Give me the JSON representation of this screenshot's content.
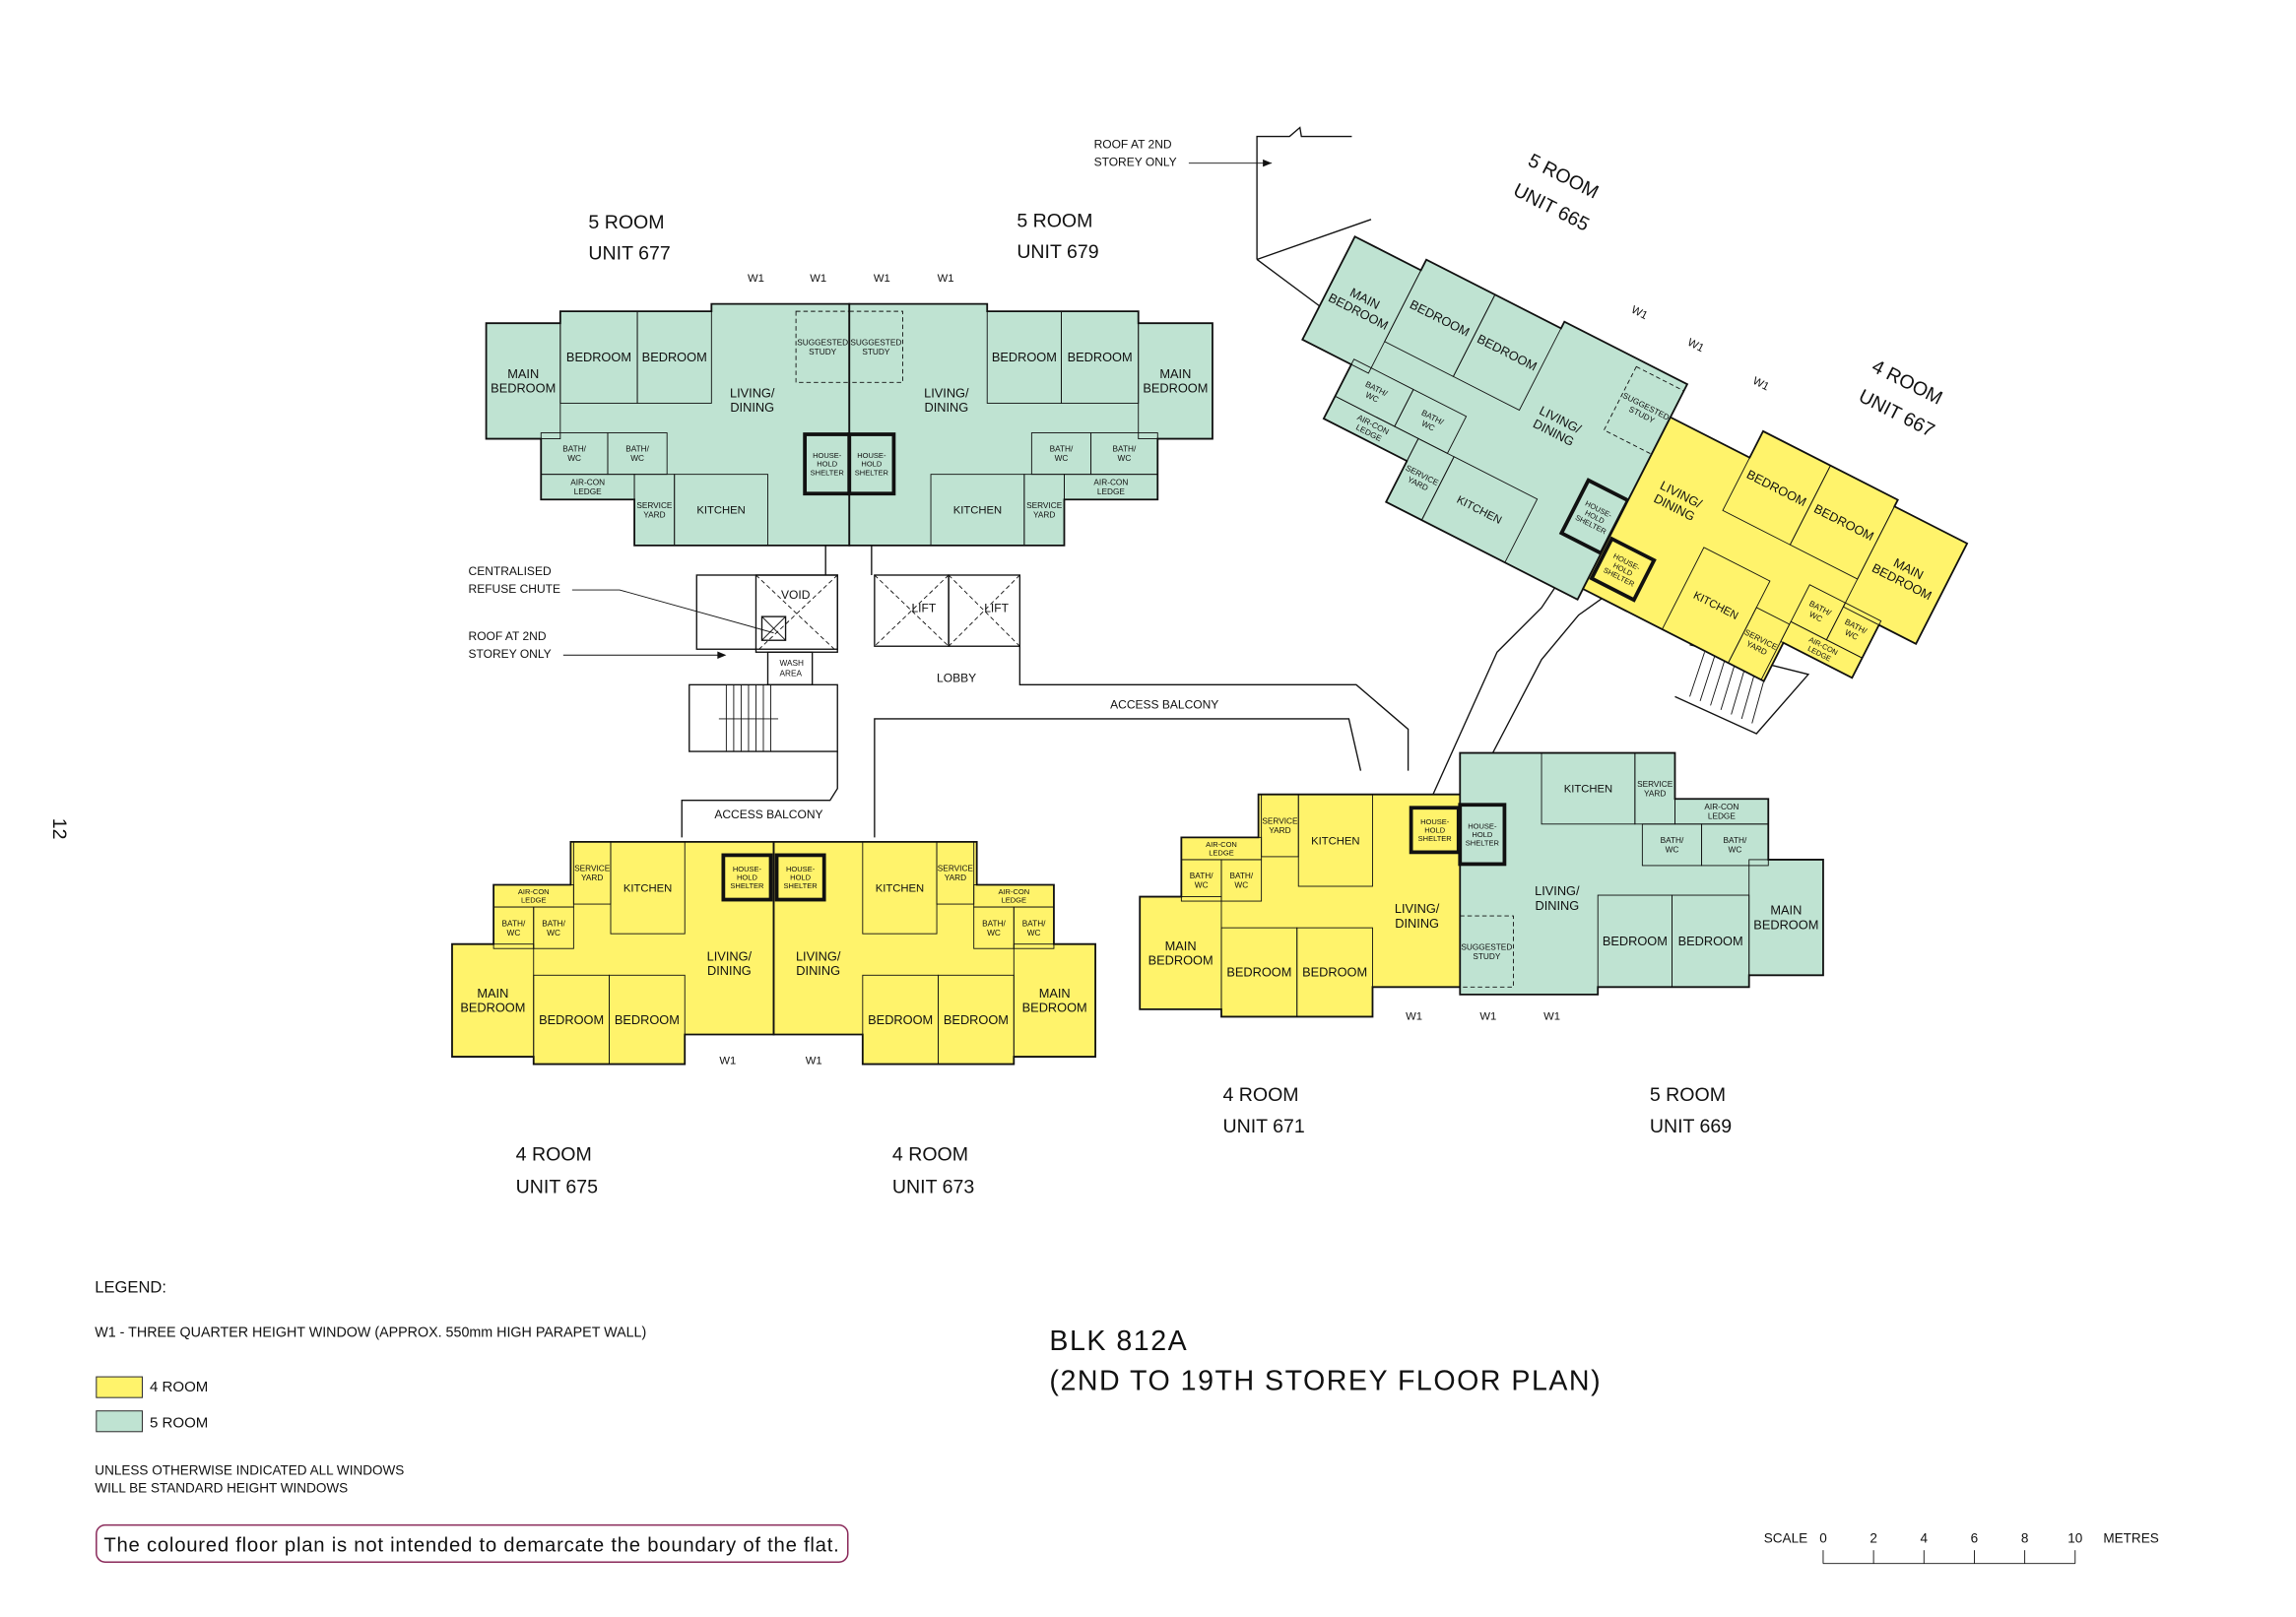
{
  "page_number": "12",
  "colors": {
    "four_room": "#fff36b",
    "five_room": "#bfe3d2",
    "note_border": "#8a2a5a"
  },
  "window_tag": "W1",
  "units": [
    {
      "id": "677",
      "type": "5 ROOM",
      "name": "UNIT 677",
      "rooms": [
        [
          "MAIN",
          "BEDROOM"
        ],
        [
          "BEDROOM"
        ],
        [
          "BEDROOM"
        ],
        [
          "LIVING/",
          "DINING"
        ],
        [
          "SUGGESTED",
          "STUDY"
        ],
        [
          "BATH/",
          "WC"
        ],
        [
          "BATH/",
          "WC"
        ],
        [
          "AIR-CON",
          "LEDGE"
        ],
        [
          "SERVICE",
          "YARD"
        ],
        [
          "KITCHEN"
        ],
        [
          "HOUSE-",
          "HOLD",
          "SHELTER"
        ]
      ]
    },
    {
      "id": "679",
      "type": "5 ROOM",
      "name": "UNIT 679",
      "rooms": [
        [
          "MAIN",
          "BEDROOM"
        ],
        [
          "BEDROOM"
        ],
        [
          "BEDROOM"
        ],
        [
          "LIVING/",
          "DINING"
        ],
        [
          "SUGGESTED",
          "STUDY"
        ],
        [
          "BATH/",
          "WC"
        ],
        [
          "BATH/",
          "WC"
        ],
        [
          "AIR-CON",
          "LEDGE"
        ],
        [
          "SERVICE",
          "YARD"
        ],
        [
          "KITCHEN"
        ],
        [
          "HOUSE-",
          "HOLD",
          "SHELTER"
        ]
      ]
    },
    {
      "id": "675",
      "type": "4 ROOM",
      "name": "UNIT 675",
      "rooms": [
        [
          "MAIN",
          "BEDROOM"
        ],
        [
          "BEDROOM"
        ],
        [
          "BEDROOM"
        ],
        [
          "LIVING/",
          "DINING"
        ],
        [
          "KITCHEN"
        ],
        [
          "SERVICE",
          "YARD"
        ],
        [
          "AIR-CON",
          "LEDGE"
        ],
        [
          "BATH/",
          "WC"
        ],
        [
          "BATH/",
          "WC"
        ],
        [
          "HOUSE-",
          "HOLD",
          "SHELTER"
        ]
      ]
    },
    {
      "id": "673",
      "type": "4 ROOM",
      "name": "UNIT 673",
      "rooms": [
        [
          "MAIN",
          "BEDROOM"
        ],
        [
          "BEDROOM"
        ],
        [
          "BEDROOM"
        ],
        [
          "LIVING/",
          "DINING"
        ],
        [
          "KITCHEN"
        ],
        [
          "SERVICE",
          "YARD"
        ],
        [
          "AIR-CON",
          "LEDGE"
        ],
        [
          "BATH/",
          "WC"
        ],
        [
          "BATH/",
          "WC"
        ],
        [
          "HOUSE-",
          "HOLD",
          "SHELTER"
        ]
      ]
    },
    {
      "id": "671",
      "type": "4 ROOM",
      "name": "UNIT 671",
      "rooms": [
        [
          "MAIN",
          "BEDROOM"
        ],
        [
          "BEDROOM"
        ],
        [
          "BEDROOM"
        ],
        [
          "LIVING/",
          "DINING"
        ],
        [
          "KITCHEN"
        ],
        [
          "SERVICE",
          "YARD"
        ],
        [
          "AIR-CON",
          "LEDGE"
        ],
        [
          "BATH/",
          "WC"
        ],
        [
          "BATH/",
          "WC"
        ],
        [
          "HOUSE-",
          "HOLD",
          "SHELTER"
        ]
      ]
    },
    {
      "id": "669",
      "type": "5 ROOM",
      "name": "UNIT 669",
      "rooms": [
        [
          "MAIN",
          "BEDROOM"
        ],
        [
          "BEDROOM"
        ],
        [
          "BEDROOM"
        ],
        [
          "LIVING/",
          "DINING"
        ],
        [
          "SUGGESTED",
          "STUDY"
        ],
        [
          "BATH/",
          "WC"
        ],
        [
          "BATH/",
          "WC"
        ],
        [
          "AIR-CON",
          "LEDGE"
        ],
        [
          "SERVICE",
          "YARD"
        ],
        [
          "KITCHEN"
        ],
        [
          "HOUSE-",
          "HOLD",
          "SHELTER"
        ]
      ]
    },
    {
      "id": "665",
      "type": "5 ROOM",
      "name": "UNIT 665",
      "rooms": [
        [
          "MAIN",
          "BEDROOM"
        ],
        [
          "BEDROOM"
        ],
        [
          "BEDROOM"
        ],
        [
          "LIVING/",
          "DINING"
        ],
        [
          "SUGGESTED",
          "STUDY"
        ],
        [
          "BATH/",
          "WC"
        ],
        [
          "BATH/",
          "WC"
        ],
        [
          "AIR-CON",
          "LEDGE"
        ],
        [
          "SERVICE",
          "YARD"
        ],
        [
          "KITCHEN"
        ],
        [
          "HOUSE-",
          "HOLD",
          "SHELTER"
        ]
      ]
    },
    {
      "id": "667",
      "type": "4 ROOM",
      "name": "UNIT 667",
      "rooms": [
        [
          "MAIN",
          "BEDROOM"
        ],
        [
          "BEDROOM"
        ],
        [
          "BEDROOM"
        ],
        [
          "LIVING/",
          "DINING"
        ],
        [
          "KITCHEN"
        ],
        [
          "SERVICE",
          "YARD"
        ],
        [
          "AIR-CON",
          "LEDGE"
        ],
        [
          "BATH/",
          "WC"
        ],
        [
          "BATH/",
          "WC"
        ],
        [
          "HOUSE-",
          "HOLD",
          "SHELTER"
        ]
      ]
    }
  ],
  "annotations": {
    "roof_top": [
      "ROOF AT 2ND",
      "STOREY ONLY"
    ],
    "refuse_chute": [
      "CENTRALISED",
      "REFUSE CHUTE"
    ],
    "roof_left": [
      "ROOF AT 2ND",
      "STOREY ONLY"
    ],
    "void": "VOID",
    "lift": "LIFT",
    "wash_area": [
      "WASH",
      "AREA"
    ],
    "lobby": "LOBBY",
    "access_balcony": "ACCESS BALCONY"
  },
  "title": {
    "block": "BLK 812A",
    "subtitle": "(2ND TO 19TH STOREY FLOOR PLAN)"
  },
  "legend": {
    "heading": "LEGEND:",
    "w1_note": "W1 - THREE QUARTER HEIGHT WINDOW (APPROX. 550mm HIGH PARAPET WALL)",
    "items": [
      {
        "label": "4 ROOM"
      },
      {
        "label": "5 ROOM"
      }
    ],
    "window_note": [
      "UNLESS OTHERWISE INDICATED ALL WINDOWS",
      "WILL BE STANDARD HEIGHT WINDOWS"
    ],
    "disclaimer": "The coloured floor plan is not intended to demarcate the boundary of the flat."
  },
  "scale": {
    "label": "SCALE",
    "ticks": [
      "0",
      "2",
      "4",
      "6",
      "8",
      "10"
    ],
    "unit": "METRES"
  }
}
